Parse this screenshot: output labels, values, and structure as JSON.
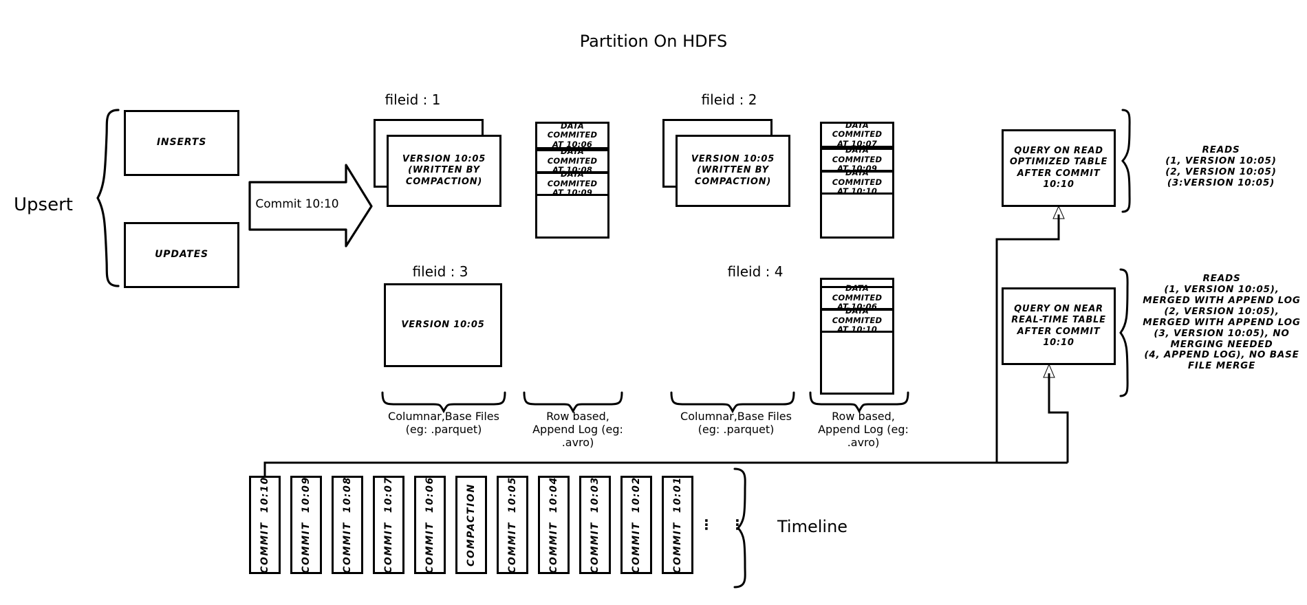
{
  "title": "Partition On HDFS",
  "upsert": {
    "label": "Upsert",
    "inserts_label": "INSERTS",
    "updates_label": "UPDATES"
  },
  "commit_arrow": {
    "label": "Commit 10:10"
  },
  "file_groups": [
    {
      "id": "fileid-1",
      "heading": "fileid : 1",
      "base_file_text": "VERSION 10:05\n(WRITTEN BY\nCOMPACTION)",
      "stacked": true,
      "log_entries": [
        "DATA COMMITED\nAT 10:06",
        "DATA COMMITED\nAT 10:08",
        "DATA COMMITED\nAT 10:09"
      ]
    },
    {
      "id": "fileid-2",
      "heading": "fileid : 2",
      "base_file_text": "VERSION 10:05\n(WRITTEN BY\nCOMPACTION)",
      "stacked": true,
      "log_entries": [
        "DATA COMMITED\nAT 10:07",
        "DATA COMMITED\nAT 10:09",
        "DATA COMMITED\nAT 10:10"
      ]
    },
    {
      "id": "fileid-3",
      "heading": "fileid : 3",
      "base_file_text": "VERSION 10:05",
      "stacked": false,
      "log_entries": []
    },
    {
      "id": "fileid-4",
      "heading": "fileid : 4",
      "base_file_text": "",
      "stacked": false,
      "log_entries": [
        "DATA COMMITED\nAT 10:06",
        "DATA COMMITED\nAT 10:10"
      ]
    }
  ],
  "captions": {
    "columnar_left": "Columnar,Base Files\n(eg: .parquet)",
    "rowlog_left": "Row based,\nAppend Log  (eg:\n.avro)",
    "columnar_right": "Columnar,Base Files\n(eg: .parquet)",
    "rowlog_right": "Row based,\nAppend Log  (eg:\n.avro)"
  },
  "queries": [
    {
      "id": "read-optimized",
      "box_text": "QUERY ON READ\nOPTIMIZED TABLE\nAFTER COMMIT\n10:10",
      "reads_text": "READS\n(1, VERSION 10:05)\n(2, VERSION 10:05)\n(3:VERSION 10:05)"
    },
    {
      "id": "near-real-time",
      "box_text": "QUERY ON NEAR\nREAL-TIME TABLE\nAFTER COMMIT\n10:10",
      "reads_text": "READS\n(1, VERSION 10:05),\nMERGED WITH APPEND LOG\n(2, VERSION 10:05),\nMERGED WITH APPEND LOG\n(3, VERSION 10:05), NO\nMERGING NEEDED\n(4, APPEND LOG), NO BASE\nFILE MERGE"
    }
  ],
  "timeline": {
    "label": "Timeline",
    "ellipsis": "⋮",
    "cards": [
      "COMMIT  10:10",
      "COMMIT  10:09",
      "COMMIT  10:08",
      "COMMIT  10:07",
      "COMMIT  10:06",
      "COMPACTION",
      "COMMIT  10:05",
      "COMMIT  10:04",
      "COMMIT  10:03",
      "COMMIT  10:02",
      "COMMIT  10:01"
    ]
  },
  "colors": {
    "ink": "#000000",
    "paper": "#ffffff"
  }
}
